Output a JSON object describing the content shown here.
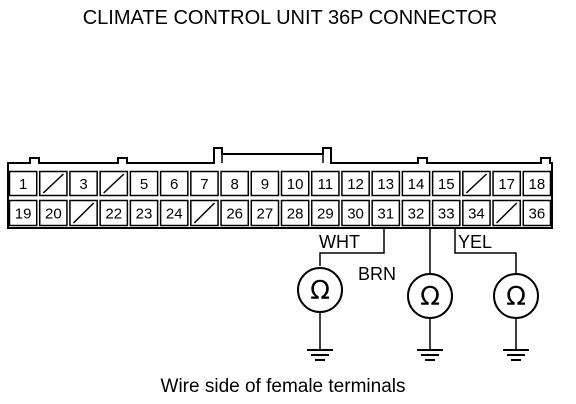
{
  "title": "CLIMATE CONTROL UNIT 36P CONNECTOR",
  "caption": "Wire side of female terminals",
  "connector": {
    "top_row": [
      "1",
      "/",
      "3",
      "/",
      "5",
      "6",
      "7",
      "8",
      "9",
      "10",
      "11",
      "12",
      "13",
      "14",
      "15",
      "/",
      "17",
      "18"
    ],
    "bottom_row": [
      "19",
      "20",
      "/",
      "22",
      "23",
      "24",
      "/",
      "26",
      "27",
      "28",
      "29",
      "30",
      "31",
      "32",
      "33",
      "34",
      "/",
      "36"
    ]
  },
  "wires": {
    "wht": "WHT",
    "brn": "BRN",
    "yel": "YEL"
  },
  "meters": [
    {
      "symbol": "Ω",
      "icon": "ohmmeter-icon"
    },
    {
      "symbol": "Ω",
      "icon": "ohmmeter-icon"
    },
    {
      "symbol": "Ω",
      "icon": "ohmmeter-icon"
    }
  ],
  "grounds": [
    "ground-icon",
    "ground-icon",
    "ground-icon"
  ]
}
